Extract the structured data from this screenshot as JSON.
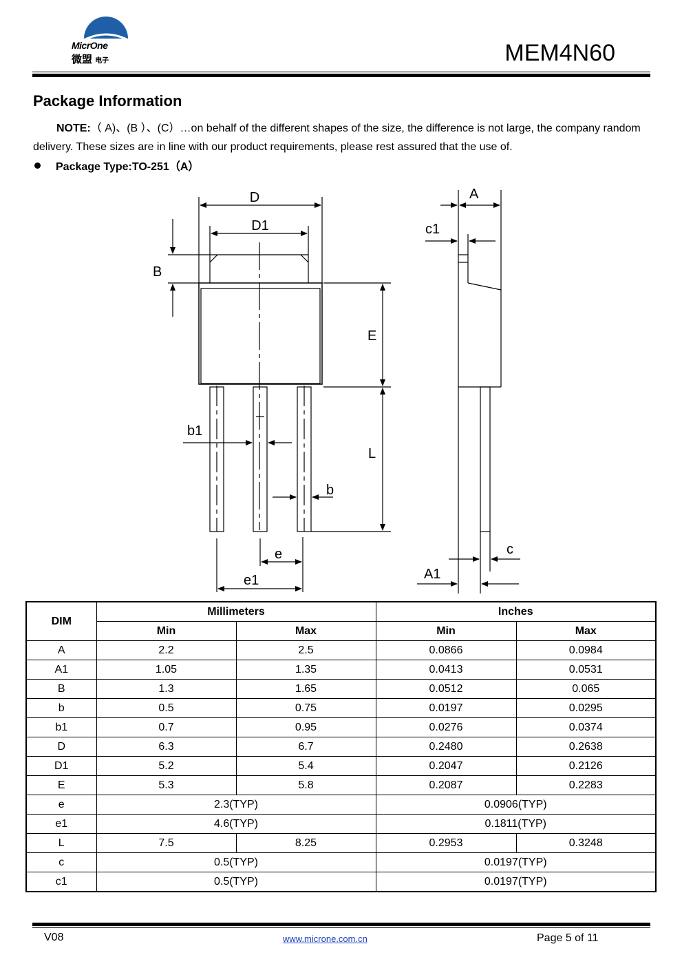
{
  "header": {
    "logo_en": "MicrOne",
    "logo_cn": "微盟",
    "logo_cn_small": "电子",
    "part_number": "MEM4N60"
  },
  "section_title": "Package Information",
  "note": {
    "label": "NOTE:",
    "text": "（ A)、(B ）、(C）…on behalf of the different shapes of the size, the difference is not large, the company random delivery. These sizes are in line with our product requirements, please rest assured that the use of."
  },
  "package_type": "Package Type:TO-251（A）",
  "drawing_labels": {
    "D": "D",
    "D1": "D1",
    "B": "B",
    "E": "E",
    "L": "L",
    "b1": "b1",
    "b": "b",
    "e": "e",
    "e1": "e1",
    "A": "A",
    "c1": "c1",
    "c": "c",
    "A1": "A1"
  },
  "table": {
    "dim_header": "DIM",
    "mm_header": "Millimeters",
    "in_header": "Inches",
    "min": "Min",
    "max": "Max",
    "rows": [
      {
        "dim": "A",
        "mm_min": "2.2",
        "mm_max": "2.5",
        "in_min": "0.0866",
        "in_max": "0.0984"
      },
      {
        "dim": "A1",
        "mm_min": "1.05",
        "mm_max": "1.35",
        "in_min": "0.0413",
        "in_max": "0.0531"
      },
      {
        "dim": "B",
        "mm_min": "1.3",
        "mm_max": "1.65",
        "in_min": "0.0512",
        "in_max": "0.065"
      },
      {
        "dim": "b",
        "mm_min": "0.5",
        "mm_max": "0.75",
        "in_min": "0.0197",
        "in_max": "0.0295"
      },
      {
        "dim": "b1",
        "mm_min": "0.7",
        "mm_max": "0.95",
        "in_min": "0.0276",
        "in_max": "0.0374"
      },
      {
        "dim": "D",
        "mm_min": "6.3",
        "mm_max": "6.7",
        "in_min": "0.2480",
        "in_max": "0.2638"
      },
      {
        "dim": "D1",
        "mm_min": "5.2",
        "mm_max": "5.4",
        "in_min": "0.2047",
        "in_max": "0.2126"
      },
      {
        "dim": "E",
        "mm_min": "5.3",
        "mm_max": "5.8",
        "in_min": "0.2087",
        "in_max": "0.2283"
      },
      {
        "dim": "e",
        "mm_typ": "2.3(TYP)",
        "in_typ": "0.0906(TYP)"
      },
      {
        "dim": "e1",
        "mm_typ": "4.6(TYP)",
        "in_typ": "0.1811(TYP)"
      },
      {
        "dim": "L",
        "mm_min": "7.5",
        "mm_max": "8.25",
        "in_min": "0.2953",
        "in_max": "0.3248"
      },
      {
        "dim": "c",
        "mm_typ": "0.5(TYP)",
        "in_typ": "0.0197(TYP)"
      },
      {
        "dim": "c1",
        "mm_typ": "0.5(TYP)",
        "in_typ": "0.0197(TYP)"
      }
    ]
  },
  "footer": {
    "version": "V08",
    "website": "www.microne.com.cn",
    "page": "Page 5 of 11"
  },
  "colors": {
    "logo_blue": "#1f5fa8",
    "link": "#1a3fbf"
  }
}
